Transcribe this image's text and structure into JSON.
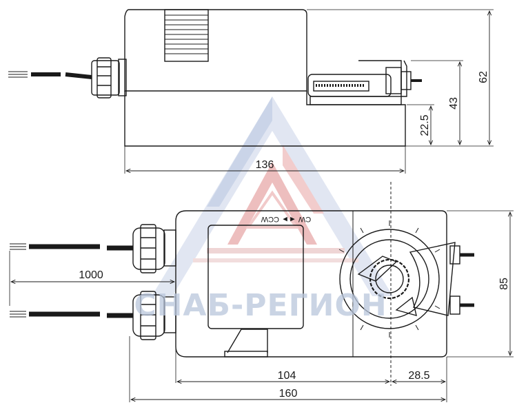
{
  "dimensions": {
    "top_width": "136",
    "height_total": "62",
    "height_shaft": "43",
    "height_base": "22.5",
    "cable_length": "1000",
    "body_length": "104",
    "shaft_offset": "28.5",
    "overall_length": "160",
    "overall_width": "85"
  },
  "rotation_label": "CW ◄► CCW",
  "watermark": {
    "text": "СНАБ-РЕГИОН",
    "colors": {
      "red": "#e07a7a",
      "blue": "#8fa6cf"
    }
  },
  "colors": {
    "line": "#1a1a1a",
    "cable": "#1a1a1a"
  }
}
